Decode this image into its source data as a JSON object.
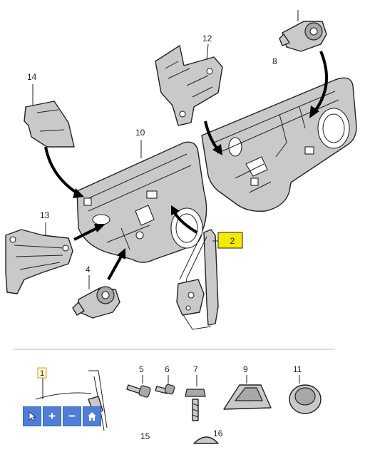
{
  "callouts": {
    "c1": "1",
    "c2": "2",
    "c4": "4",
    "c5": "5",
    "c6": "6",
    "c7": "7",
    "c8": "8",
    "c9": "9",
    "c10": "10",
    "c11": "11",
    "c12": "12",
    "c13": "13",
    "c14": "14",
    "c15": "15",
    "c16": "16"
  },
  "toolbar": {
    "icons": [
      "pointer-icon",
      "zoom-in-icon",
      "zoom-out-icon",
      "home-icon"
    ],
    "zoom_in_label": "+",
    "zoom_out_label": "−"
  },
  "colors": {
    "highlight": "#f2ea00",
    "toolbar": "#4f7ed6"
  }
}
